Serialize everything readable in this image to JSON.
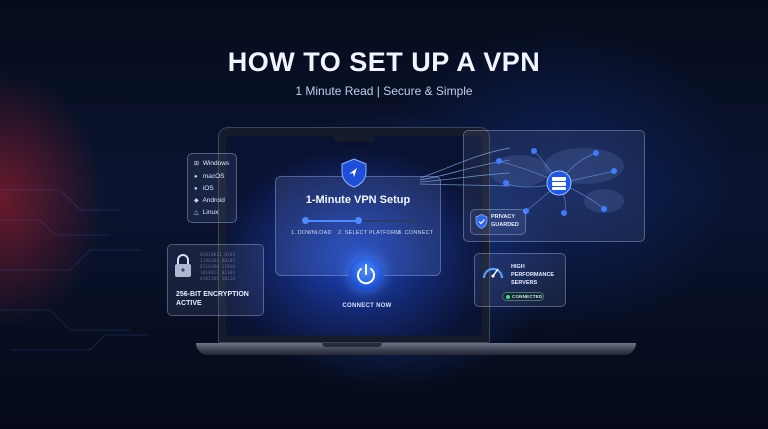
{
  "header": {
    "title": "HOW TO SET UP A VPN",
    "subtitle": "1 Minute Read  |  Secure & Simple"
  },
  "platforms": {
    "items": [
      {
        "label": "Windows",
        "icon": "windows-icon"
      },
      {
        "label": "macOS",
        "icon": "apple-icon"
      },
      {
        "label": "iOS",
        "icon": "apple-icon"
      },
      {
        "label": "Android",
        "icon": "android-icon"
      },
      {
        "label": "Linux",
        "icon": "linux-icon"
      }
    ]
  },
  "encryption": {
    "label": "256-BIT ENCRYPTION ACTIVE",
    "icon": "padlock-icon"
  },
  "setup": {
    "title": "1-Minute VPN Setup",
    "icon": "shield-icon",
    "steps": [
      "1. DOWNLOAD",
      "2. SELECT PLATFORM",
      "3. CONNECT"
    ],
    "connect_label": "CONNECT NOW"
  },
  "network": {
    "icon": "server-icon"
  },
  "privacy": {
    "label": "PRIVACY GUARDED",
    "icon": "shield-check-icon"
  },
  "performance": {
    "label": "HIGH PERFORMANCE SERVERS",
    "status": "CONNECTED",
    "icon": "speedometer-icon"
  },
  "colors": {
    "accent": "#2f6bff",
    "background": "#0a1430",
    "status_green": "#3ddc84"
  }
}
